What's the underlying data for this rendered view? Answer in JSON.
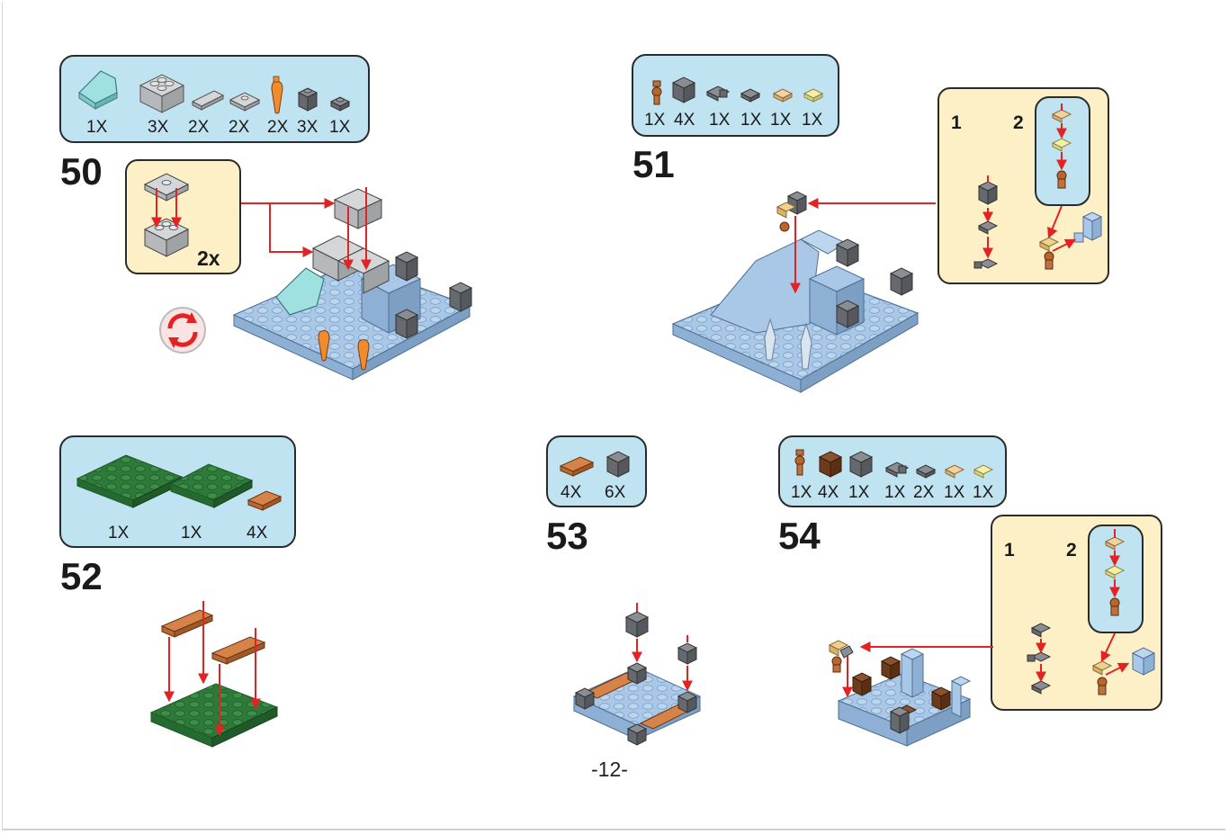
{
  "page_number": "-12-",
  "steps": {
    "s50": {
      "number": "50",
      "parts": [
        "1X",
        "3X",
        "2X",
        "2X",
        "2X",
        "3X",
        "1X"
      ],
      "parts_icons": [
        "slope-trans-light-blue",
        "brick-2x2-light-gray",
        "tile-1x2-light-gray",
        "jumper-plate-light-gray",
        "carrot-orange",
        "brick-1x1-dark-gray",
        "plate-1x1-dark-gray"
      ],
      "sub_multiplier": "2x",
      "rotate_icon": "rotate-model-icon"
    },
    "s51": {
      "number": "51",
      "parts": [
        "1X",
        "4X",
        "1X",
        "1X",
        "1X",
        "1X"
      ],
      "parts_icons": [
        "minifig-torch",
        "brick-1x1-dark-gray",
        "plate-clip-dark-gray",
        "plate-1x1-dark-gray",
        "plate-1x1-tan",
        "plate-1x1-light-yellow"
      ],
      "sub_labels": [
        "1",
        "2"
      ]
    },
    "s52": {
      "number": "52",
      "parts": [
        "1X",
        "1X",
        "4X"
      ],
      "parts_icons": [
        "plate-4x6-green",
        "plate-4x6-green",
        "plate-1x2-orange-brown"
      ]
    },
    "s53": {
      "number": "53",
      "parts": [
        "4X",
        "6X"
      ],
      "parts_icons": [
        "plate-1x2-orange-brown",
        "brick-1x1-dark-gray"
      ]
    },
    "s54": {
      "number": "54",
      "parts": [
        "1X",
        "4X",
        "1X",
        "1X",
        "2X",
        "1X",
        "1X"
      ],
      "parts_icons": [
        "minifig-torch",
        "brick-1x1-brown",
        "brick-1x1-dark-gray",
        "plate-clip-dark-gray",
        "plate-1x1-dark-gray",
        "plate-1x1-tan",
        "plate-1x1-light-yellow"
      ],
      "sub_labels": [
        "1",
        "2"
      ]
    }
  },
  "colors": {
    "parts_bg": "#bfe3f0",
    "sub_bg": "#fdf0c6",
    "arrow": "#e32323",
    "base_blue": "#a9c8e8",
    "dark_gray": "#6b6e74",
    "light_gray": "#c3c5c8",
    "green": "#2f7a3a",
    "orange_brown": "#c0703a",
    "brown": "#6b3b1c"
  }
}
